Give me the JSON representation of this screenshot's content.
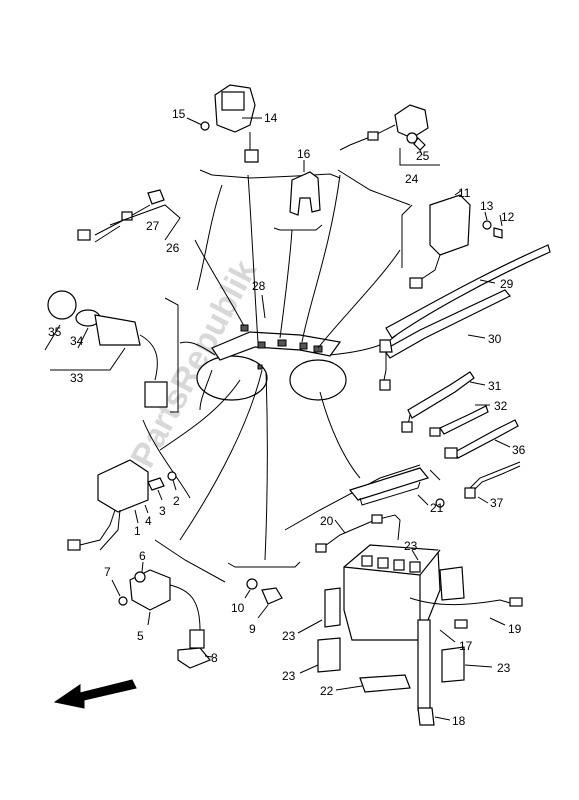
{
  "watermark": "PartsRepublik",
  "callouts": {
    "c1": "1",
    "c2": "2",
    "c3": "3",
    "c4": "4",
    "c5": "5",
    "c6": "6",
    "c7": "7",
    "c8": "8",
    "c9": "9",
    "c10": "10",
    "c11": "11",
    "c12": "12",
    "c13": "13",
    "c14": "14",
    "c15": "15",
    "c16": "16",
    "c17": "17",
    "c18": "18",
    "c19": "19",
    "c20": "20",
    "c21": "21",
    "c22": "22",
    "c23a": "23",
    "c23b": "23",
    "c23c": "23",
    "c23d": "23",
    "c24": "24",
    "c25": "25",
    "c26": "26",
    "c27": "27",
    "c28": "28",
    "c29": "29",
    "c30": "30",
    "c31": "31",
    "c32": "32",
    "c33": "33",
    "c34": "34",
    "c35": "35",
    "c36": "36",
    "c37": "37"
  },
  "direction_arrow": "front-arrow-icon"
}
